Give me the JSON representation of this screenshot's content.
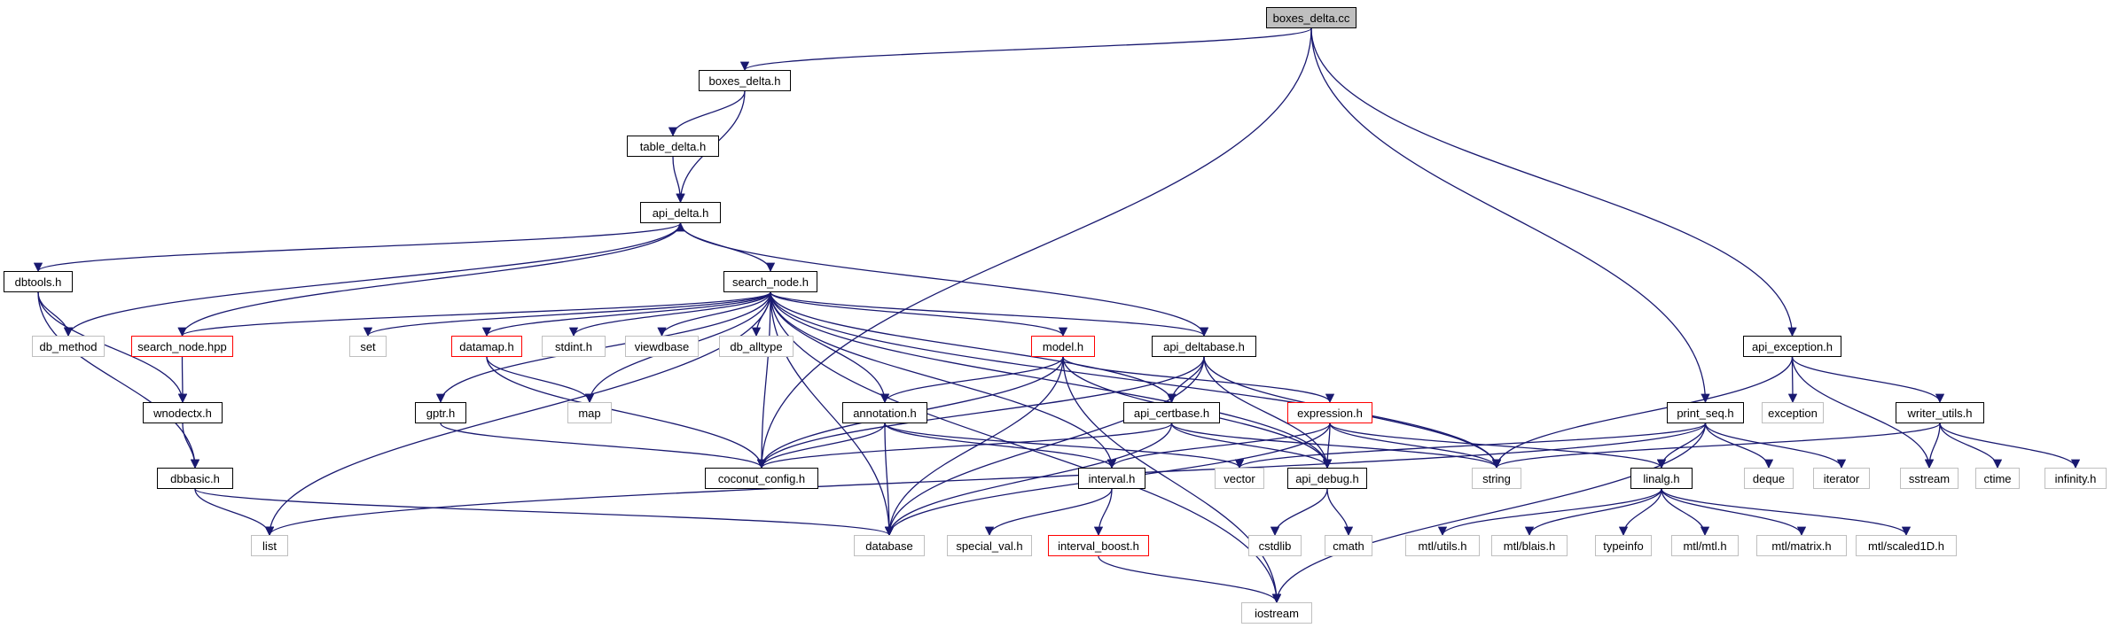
{
  "nodes": [
    {
      "id": "boxes_delta_cc",
      "label": "boxes_delta.cc",
      "kind": "root"
    },
    {
      "id": "boxes_delta_h",
      "label": "boxes_delta.h",
      "kind": "doc"
    },
    {
      "id": "table_delta_h",
      "label": "table_delta.h",
      "kind": "doc"
    },
    {
      "id": "api_delta_h",
      "label": "api_delta.h",
      "kind": "doc"
    },
    {
      "id": "dbtools_h",
      "label": "dbtools.h",
      "kind": "doc"
    },
    {
      "id": "search_node_h",
      "label": "search_node.h",
      "kind": "doc"
    },
    {
      "id": "db_method",
      "label": "db_method",
      "kind": "sys"
    },
    {
      "id": "search_node_hpp",
      "label": "search_node.hpp",
      "kind": "red"
    },
    {
      "id": "set",
      "label": "set",
      "kind": "sys"
    },
    {
      "id": "datamap_h",
      "label": "datamap.h",
      "kind": "red"
    },
    {
      "id": "stdint_h",
      "label": "stdint.h",
      "kind": "sys"
    },
    {
      "id": "viewdbase",
      "label": "viewdbase",
      "kind": "sys"
    },
    {
      "id": "db_alltype",
      "label": "db_alltype",
      "kind": "sys"
    },
    {
      "id": "model_h",
      "label": "model.h",
      "kind": "red"
    },
    {
      "id": "api_deltabase_h",
      "label": "api_deltabase.h",
      "kind": "doc"
    },
    {
      "id": "api_exception_h",
      "label": "api_exception.h",
      "kind": "doc"
    },
    {
      "id": "wnodectx_h",
      "label": "wnodectx.h",
      "kind": "doc"
    },
    {
      "id": "gptr_h",
      "label": "gptr.h",
      "kind": "doc"
    },
    {
      "id": "map",
      "label": "map",
      "kind": "sys"
    },
    {
      "id": "annotation_h",
      "label": "annotation.h",
      "kind": "doc"
    },
    {
      "id": "api_certbase_h",
      "label": "api_certbase.h",
      "kind": "doc"
    },
    {
      "id": "expression_h",
      "label": "expression.h",
      "kind": "red"
    },
    {
      "id": "exception",
      "label": "exception",
      "kind": "sys"
    },
    {
      "id": "print_seq_h",
      "label": "print_seq.h",
      "kind": "doc"
    },
    {
      "id": "writer_utils_h",
      "label": "writer_utils.h",
      "kind": "doc"
    },
    {
      "id": "dbbasic_h",
      "label": "dbbasic.h",
      "kind": "doc"
    },
    {
      "id": "coconut_config_h",
      "label": "coconut_config.h",
      "kind": "doc"
    },
    {
      "id": "interval_h",
      "label": "interval.h",
      "kind": "doc"
    },
    {
      "id": "vector",
      "label": "vector",
      "kind": "sys"
    },
    {
      "id": "api_debug_h",
      "label": "api_debug.h",
      "kind": "doc"
    },
    {
      "id": "string",
      "label": "string",
      "kind": "sys"
    },
    {
      "id": "linalg_h",
      "label": "linalg.h",
      "kind": "doc"
    },
    {
      "id": "deque",
      "label": "deque",
      "kind": "sys"
    },
    {
      "id": "iterator",
      "label": "iterator",
      "kind": "sys"
    },
    {
      "id": "sstream",
      "label": "sstream",
      "kind": "sys"
    },
    {
      "id": "ctime",
      "label": "ctime",
      "kind": "sys"
    },
    {
      "id": "infinity_h",
      "label": "infinity.h",
      "kind": "sys"
    },
    {
      "id": "list",
      "label": "list",
      "kind": "sys"
    },
    {
      "id": "database",
      "label": "database",
      "kind": "sys"
    },
    {
      "id": "special_val_h",
      "label": "special_val.h",
      "kind": "sys"
    },
    {
      "id": "interval_boost_h",
      "label": "interval_boost.h",
      "kind": "red"
    },
    {
      "id": "cstdlib",
      "label": "cstdlib",
      "kind": "sys"
    },
    {
      "id": "cmath",
      "label": "cmath",
      "kind": "sys"
    },
    {
      "id": "mtl_utils_h",
      "label": "mtl/utils.h",
      "kind": "sys"
    },
    {
      "id": "mtl_blais_h",
      "label": "mtl/blais.h",
      "kind": "sys"
    },
    {
      "id": "typeinfo",
      "label": "typeinfo",
      "kind": "sys"
    },
    {
      "id": "mtl_mtl_h",
      "label": "mtl/mtl.h",
      "kind": "sys"
    },
    {
      "id": "mtl_matrix_h",
      "label": "mtl/matrix.h",
      "kind": "sys"
    },
    {
      "id": "mtl_scaled1D_h",
      "label": "mtl/scaled1D.h",
      "kind": "sys"
    },
    {
      "id": "iostream",
      "label": "iostream",
      "kind": "sys"
    }
  ],
  "edges": [
    [
      "boxes_delta_cc",
      "boxes_delta_h"
    ],
    [
      "boxes_delta_cc",
      "coconut_config_h"
    ],
    [
      "boxes_delta_cc",
      "print_seq_h"
    ],
    [
      "boxes_delta_cc",
      "api_exception_h"
    ],
    [
      "boxes_delta_h",
      "table_delta_h"
    ],
    [
      "boxes_delta_h",
      "api_delta_h"
    ],
    [
      "table_delta_h",
      "api_delta_h"
    ],
    [
      "api_delta_h",
      "dbtools_h"
    ],
    [
      "api_delta_h",
      "search_node_h"
    ],
    [
      "api_delta_h",
      "db_method"
    ],
    [
      "api_delta_h",
      "api_deltabase_h"
    ],
    [
      "dbtools_h",
      "db_method"
    ],
    [
      "dbtools_h",
      "wnodectx_h"
    ],
    [
      "dbtools_h",
      "dbbasic_h"
    ],
    [
      "search_node_h",
      "search_node_hpp"
    ],
    [
      "search_node_h",
      "set"
    ],
    [
      "search_node_h",
      "datamap_h"
    ],
    [
      "search_node_h",
      "stdint_h"
    ],
    [
      "search_node_h",
      "viewdbase"
    ],
    [
      "search_node_h",
      "db_alltype"
    ],
    [
      "search_node_h",
      "model_h"
    ],
    [
      "search_node_h",
      "api_deltabase_h"
    ],
    [
      "search_node_h",
      "gptr_h"
    ],
    [
      "search_node_h",
      "map"
    ],
    [
      "search_node_h",
      "annotation_h"
    ],
    [
      "search_node_h",
      "api_certbase_h"
    ],
    [
      "search_node_h",
      "list"
    ],
    [
      "search_node_h",
      "coconut_config_h"
    ],
    [
      "search_node_h",
      "database"
    ],
    [
      "search_node_h",
      "interval_h"
    ],
    [
      "search_node_h",
      "api_debug_h"
    ],
    [
      "search_node_h",
      "string"
    ],
    [
      "search_node_h",
      "iostream"
    ],
    [
      "search_node_hpp",
      "api_delta_h"
    ],
    [
      "search_node_hpp",
      "wnodectx_h"
    ],
    [
      "wnodectx_h",
      "dbbasic_h"
    ],
    [
      "dbbasic_h",
      "list"
    ],
    [
      "dbbasic_h",
      "database"
    ],
    [
      "datamap_h",
      "map"
    ],
    [
      "datamap_h",
      "coconut_config_h"
    ],
    [
      "gptr_h",
      "coconut_config_h"
    ],
    [
      "model_h",
      "annotation_h"
    ],
    [
      "model_h",
      "coconut_config_h"
    ],
    [
      "model_h",
      "expression_h"
    ],
    [
      "model_h",
      "database"
    ],
    [
      "model_h",
      "api_debug_h"
    ],
    [
      "model_h",
      "iostream"
    ],
    [
      "annotation_h",
      "coconut_config_h"
    ],
    [
      "annotation_h",
      "interval_h"
    ],
    [
      "annotation_h",
      "database"
    ],
    [
      "annotation_h",
      "vector"
    ],
    [
      "api_deltabase_h",
      "api_certbase_h"
    ],
    [
      "api_deltabase_h",
      "coconut_config_h"
    ],
    [
      "api_deltabase_h",
      "api_debug_h"
    ],
    [
      "api_deltabase_h",
      "string"
    ],
    [
      "api_deltabase_h",
      "database"
    ],
    [
      "api_certbase_h",
      "coconut_config_h"
    ],
    [
      "api_certbase_h",
      "api_debug_h"
    ],
    [
      "api_certbase_h",
      "string"
    ],
    [
      "api_certbase_h",
      "database"
    ],
    [
      "expression_h",
      "interval_h"
    ],
    [
      "expression_h",
      "api_debug_h"
    ],
    [
      "expression_h",
      "string"
    ],
    [
      "expression_h",
      "linalg_h"
    ],
    [
      "expression_h",
      "database"
    ],
    [
      "interval_h",
      "interval_boost_h"
    ],
    [
      "interval_h",
      "special_val_h"
    ],
    [
      "interval_boost_h",
      "iostream"
    ],
    [
      "api_debug_h",
      "cstdlib"
    ],
    [
      "api_debug_h",
      "cmath"
    ],
    [
      "api_exception_h",
      "exception"
    ],
    [
      "api_exception_h",
      "string"
    ],
    [
      "api_exception_h",
      "writer_utils_h"
    ],
    [
      "api_exception_h",
      "sstream"
    ],
    [
      "print_seq_h",
      "linalg_h"
    ],
    [
      "print_seq_h",
      "deque"
    ],
    [
      "print_seq_h",
      "iterator"
    ],
    [
      "print_seq_h",
      "vector"
    ],
    [
      "print_seq_h",
      "list"
    ],
    [
      "print_seq_h",
      "iostream"
    ],
    [
      "writer_utils_h",
      "sstream"
    ],
    [
      "writer_utils_h",
      "ctime"
    ],
    [
      "writer_utils_h",
      "infinity_h"
    ],
    [
      "writer_utils_h",
      "string"
    ],
    [
      "linalg_h",
      "mtl_utils_h"
    ],
    [
      "linalg_h",
      "mtl_blais_h"
    ],
    [
      "linalg_h",
      "typeinfo"
    ],
    [
      "linalg_h",
      "mtl_mtl_h"
    ],
    [
      "linalg_h",
      "mtl_matrix_h"
    ],
    [
      "linalg_h",
      "mtl_scaled1D_h"
    ]
  ],
  "colors": {
    "edge": "#191970",
    "doc_border": "#000000",
    "sys_border": "#bfbfbf",
    "red_border": "#ff0000",
    "root_fill": "#bfbfbf"
  }
}
